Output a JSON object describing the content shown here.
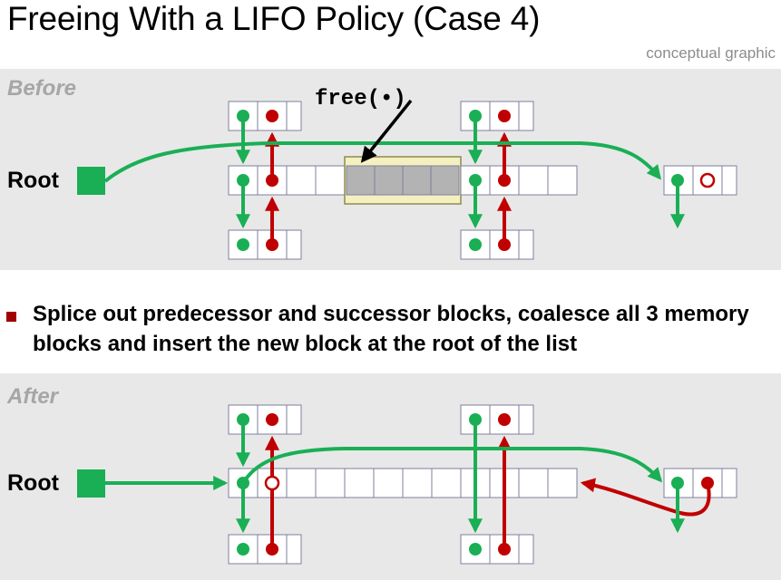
{
  "title": "Freeing With a LIFO Policy (Case 4)",
  "subtitle": "conceptual graphic",
  "before": {
    "label": "Before",
    "root_label": "Root",
    "free_call": "free(•)"
  },
  "bullet": {
    "text": "Splice out predecessor and successor blocks, coalesce all 3 memory blocks and insert the new block at the root of the list"
  },
  "after": {
    "label": "After",
    "root_label": "Root"
  },
  "colors": {
    "pointer_green": "#1aaf55",
    "pointer_red": "#c00000",
    "freed_block": "#b3b3b3",
    "freed_outline": "#f5f0c0",
    "bullet": "#a00000"
  }
}
